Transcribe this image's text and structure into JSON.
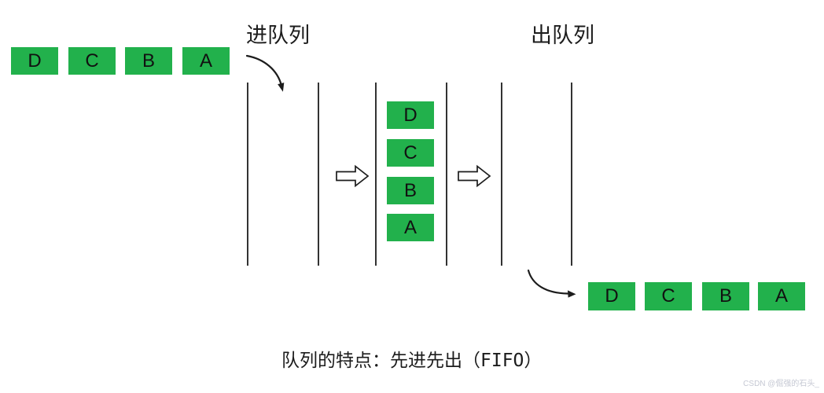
{
  "labels": {
    "enqueue": "进队列",
    "dequeue": "出队列",
    "caption": "队列的特点：先进先出（FIFO）",
    "watermark": "CSDN @倔强的石头_"
  },
  "queue": {
    "incoming": {
      "items": [
        "D",
        "C",
        "B",
        "A"
      ]
    },
    "inside": {
      "items": [
        "D",
        "C",
        "B",
        "A"
      ]
    },
    "outgoing": {
      "items": [
        "D",
        "C",
        "B",
        "A"
      ]
    }
  },
  "icons": {
    "enqueue_arrow": "curved-arrow-down-right",
    "dequeue_arrow": "curved-arrow-right",
    "flow_arrow_in": "hollow-right-block-arrow",
    "flow_arrow_out": "hollow-right-block-arrow"
  },
  "colors": {
    "box_fill": "#22b14c",
    "ink": "#1c1c1c",
    "watermark": "#c5c8d3",
    "background": "#ffffff"
  }
}
